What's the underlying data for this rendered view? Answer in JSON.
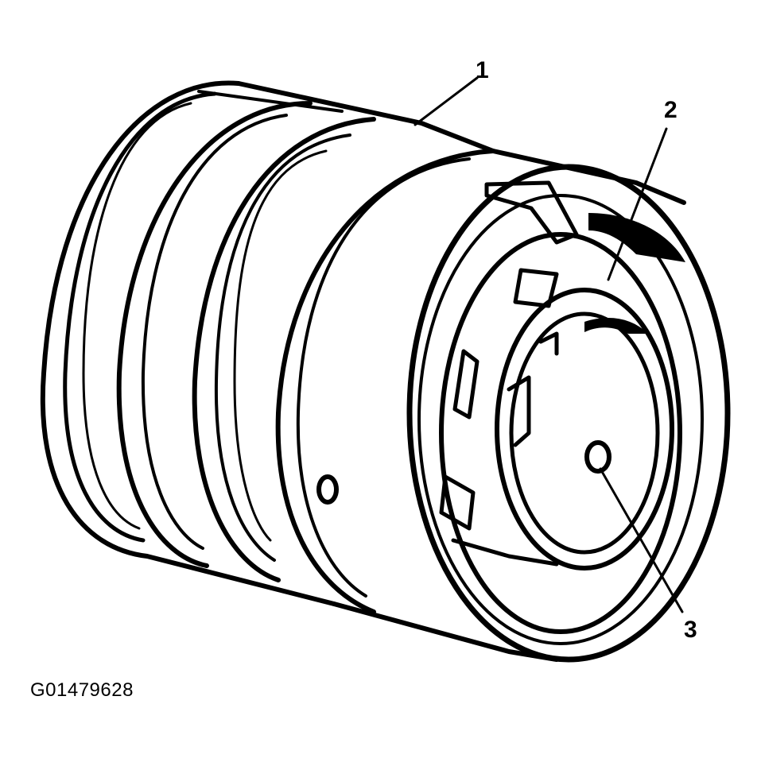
{
  "diagram": {
    "callouts": [
      {
        "id": "1",
        "label": "1"
      },
      {
        "id": "2",
        "label": "2"
      },
      {
        "id": "3",
        "label": "3"
      }
    ],
    "figure_id": "G01479628"
  },
  "colors": {
    "ink": "#000000",
    "paper": "#ffffff"
  }
}
